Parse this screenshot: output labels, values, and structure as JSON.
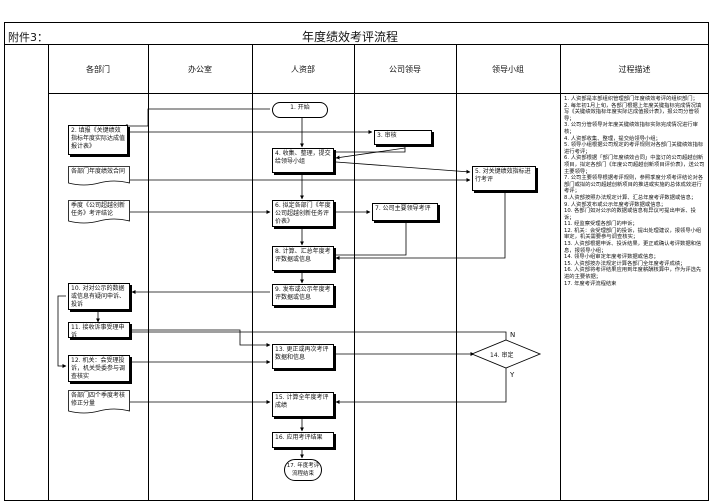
{
  "header": {
    "attachment": "附件3：",
    "title": "年度绩效考评流程"
  },
  "lanes": [
    "各部门",
    "办公室",
    "人资部",
    "公司领导",
    "领导小组",
    "过程描述"
  ],
  "nodes": {
    "start": "1. 开始",
    "n2": "2. 填报《关键绩效指标年度实际达成值报计表》",
    "n3": "3. 审核",
    "n4": "4. 收集、整理，提交给领导小组",
    "doc_dept_review": "各部门年度绩效合同",
    "n5": "5. 对关键绩效指标进行考评",
    "doc_season": "季度《公司超越创新任务》考评结论",
    "n6": "6. 拟定各部门《年度公司超越创新任务评价表》",
    "n7": "7. 公司主要领导考评",
    "n8": "8. 计算、汇总年度考评数据或信息",
    "n9": "9. 发布或公示年度考评数据或信息",
    "n10": "10. 对对公示的数据或信息有疑问申诉、投诉",
    "n11": "11. 接收诉事受理申诉",
    "n12": "12. 机关：会受理投诉，机关受委参与调查核实",
    "n13": "13. 更正或再次考评数据和信息",
    "n14": "14. 审定",
    "doc_contract": "各部门四个季度考核修正分量",
    "n15": "15. 计算全年度考评成绩",
    "n16": "16. 应用考评结果",
    "end": "17. 年度考评流程结束",
    "yes": "Y",
    "no": "N"
  },
  "description": [
    "1. 人资部是本部组织管理部门年度绩效考评的组织部门；",
    "2. 每年初1月上旬，各部门根据上年度关键指标完成情况填写《关键绩效指标年度实际达成值报计表》，报公司分管领导；",
    "3. 公司分管领导对年度关键绩效指标实际完成情况进行审核；",
    "4. 人资部收集、整理，提交给领导小组；",
    "5. 领导小组根据公司规定的考评规则对各部门关键绩效指标进行考评；",
    "6. 人资部根据「部门年度绩效合同」中鉴订的公司超越创新项目，拟定各部门《年度公司超越创新项目评价表》，送公司主要领导；",
    "7. 公司主要领导根据考评规则，参照季度分项考评结论对各部门或拟的公司超越创新项目的推进或实施的总体成效进行考评；",
    "8.人资部按照办法规定计算、汇总年度考评数据或信息；",
    "9. 人资部发布或公示年度考评数据或信息；",
    "10. 各部门如对公示的数据或信息有异议可提出申诉、投诉；",
    "11. 经监察受理各部门的申诉；",
    "12. 机关：会受理部门的投诉，提出处理建议，报领导小组审定，机关需要参与调查核实；",
    "13. 人资部根据申诉、投诉结果，更正或确认考评数据和信息，报领导小组；",
    "14. 领导小组审定年度考评数据或信息；",
    "15. 人资部按办法规定计算各部门全年度考评成绩；",
    "16. 人资部将考评结果应用到年度薪酬核算中，作为评选先进的主要依据；",
    "17. 年度考评流程结束"
  ]
}
